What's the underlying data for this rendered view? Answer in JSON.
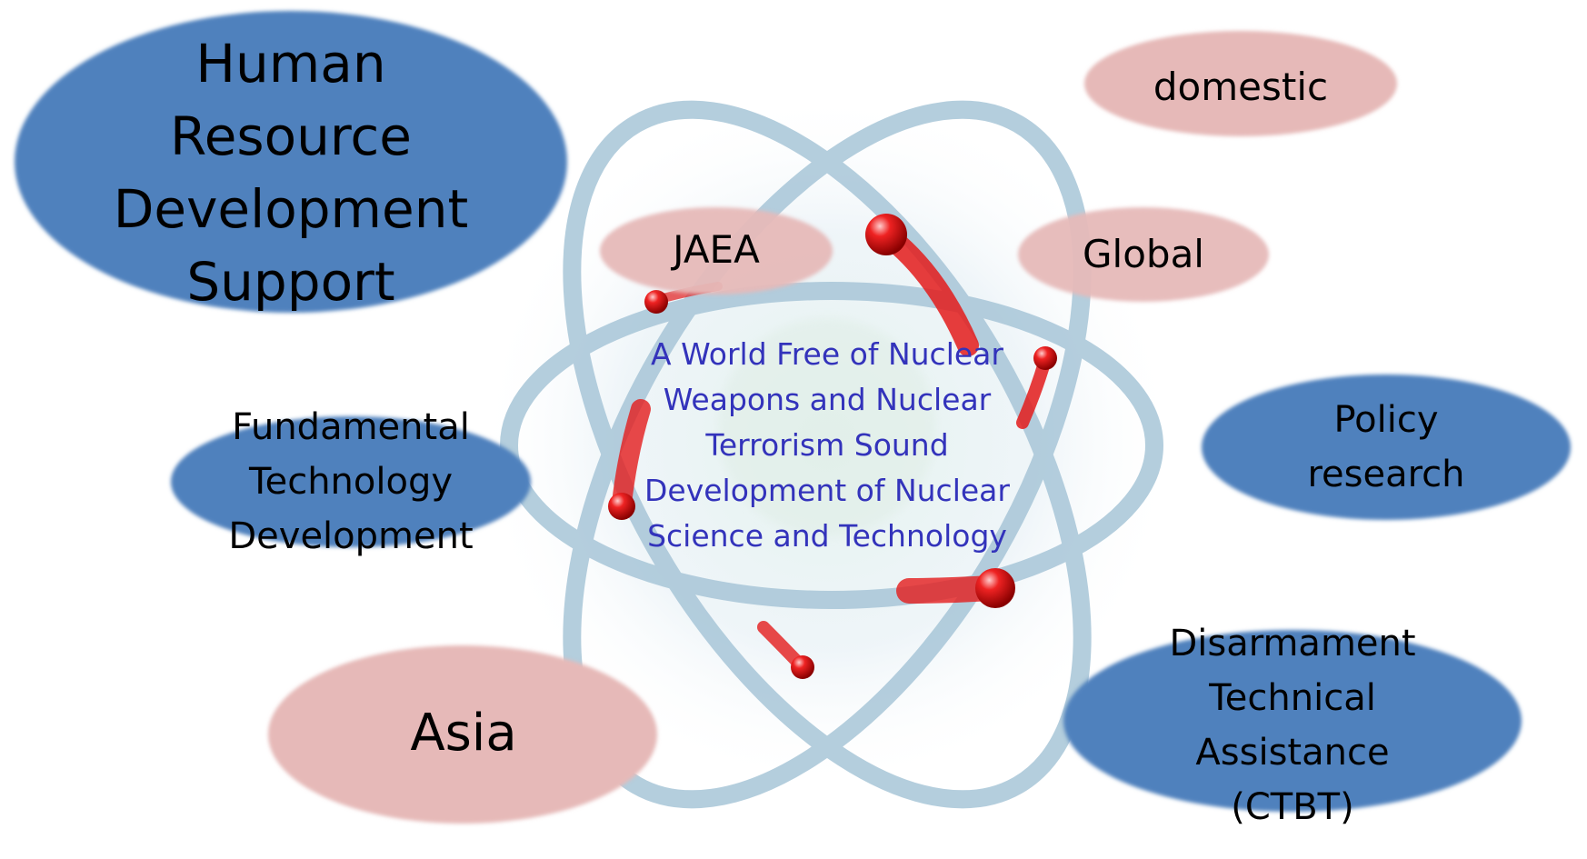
{
  "diagram": {
    "center_text": [
      "A World Free of Nuclear",
      "Weapons and Nuclear",
      "Terrorism Sound",
      "Development of Nuclear",
      "Science and Technology"
    ],
    "labels": {
      "human_resource": [
        "Human",
        "Resource",
        "Development",
        "Support"
      ],
      "domestic": [
        "domestic"
      ],
      "jaea": [
        "JAEA"
      ],
      "global": [
        "Global"
      ],
      "fundamental": [
        "Fundamental",
        "Technology",
        "Development"
      ],
      "policy": [
        "Policy",
        "research"
      ],
      "asia": [
        "Asia"
      ],
      "disarmament": [
        "Disarmament",
        "Technical",
        "Assistance",
        "(CTBT)"
      ]
    },
    "colors": {
      "blue_ellipse": "#4f81bd",
      "pink_ellipse": "#e6b9b8",
      "center_text": "#3333bb",
      "orbit": "#a8c6d8",
      "electron": "#dd1111"
    },
    "icons": {
      "atom": "atom-icon"
    }
  }
}
